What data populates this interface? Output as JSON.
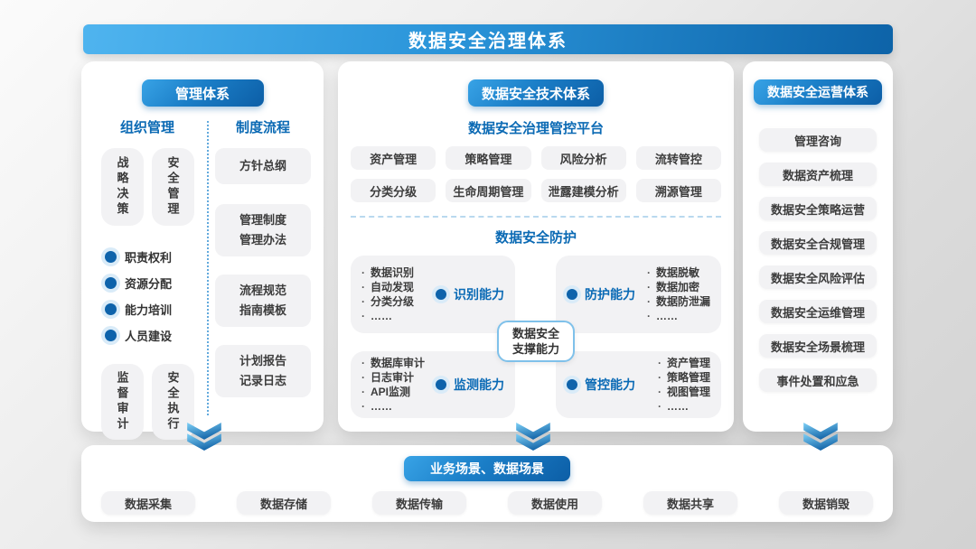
{
  "title": "数据安全治理体系",
  "management": {
    "header": "管理体系",
    "org": {
      "title": "组织管理",
      "top_boxes": [
        "战略决策",
        "安全管理"
      ],
      "bullets": [
        "职责权利",
        "资源分配",
        "能力培训",
        "人员建设"
      ],
      "bottom_boxes": [
        "监督审计",
        "安全执行"
      ]
    },
    "process": {
      "title": "制度流程",
      "boxes": [
        [
          "方针总纲"
        ],
        [
          "管理制度",
          "管理办法"
        ],
        [
          "流程规范",
          "指南模板"
        ],
        [
          "计划报告",
          "记录日志"
        ]
      ]
    }
  },
  "technology": {
    "header": "数据安全技术体系",
    "platform_title": "数据安全治理管控平台",
    "platform_items": [
      "资产管理",
      "策略管理",
      "风险分析",
      "流转管控",
      "分类分级",
      "生命周期管理",
      "泄露建模分析",
      "溯源管理"
    ],
    "protection_title": "数据安全防护",
    "capabilities": [
      {
        "name": "识别能力",
        "items": [
          "数据识别",
          "自动发现",
          "分类分级",
          "……"
        ]
      },
      {
        "name": "防护能力",
        "items": [
          "数据脱敏",
          "数据加密",
          "数据防泄漏",
          "……"
        ]
      },
      {
        "name": "监测能力",
        "items": [
          "数据库审计",
          "日志审计",
          "API监测",
          "……"
        ]
      },
      {
        "name": "管控能力",
        "items": [
          "资产管理",
          "策略管理",
          "视图管理",
          "……"
        ]
      }
    ],
    "support_lines": [
      "数据安全",
      "支撑能力"
    ]
  },
  "operations": {
    "header": "数据安全运营体系",
    "items": [
      "管理咨询",
      "数据资产梳理",
      "数据安全策略运营",
      "数据安全合规管理",
      "数据安全风险评估",
      "数据安全运维管理",
      "数据安全场景梳理",
      "事件处置和应急"
    ]
  },
  "scenarios": {
    "header": "业务场景、数据场景",
    "items": [
      "数据采集",
      "数据存储",
      "数据传输",
      "数据使用",
      "数据共享",
      "数据销毁"
    ]
  },
  "colors": {
    "banner_from": "#4fb4ef",
    "banner_to": "#0d63a8",
    "accent_blue": "#0b6ab4",
    "bullet_dot": "#0e63ab",
    "box_gray": "#f2f2f4"
  }
}
